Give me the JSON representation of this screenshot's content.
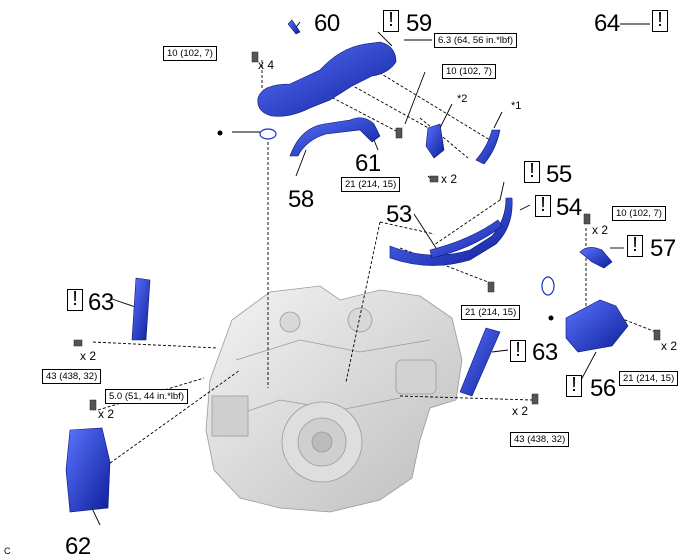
{
  "part_numbers": {
    "p53": "53",
    "p54": "54",
    "p55": "55",
    "p56": "56",
    "p57": "57",
    "p58": "58",
    "p59": "59",
    "p60": "60",
    "p61": "61",
    "p62": "62",
    "p63a": "63",
    "p63b": "63",
    "p64": "64"
  },
  "warning_symbol": "!",
  "torque": {
    "t_10_a": "10 (102, 7)",
    "t_6_3": "6.3 (64, 56 in.*lbf)",
    "t_10_b": "10 (102, 7)",
    "t_21_a": "21 (214, 15)",
    "t_10_c": "10 (102, 7)",
    "t_21_b": "21 (214, 15)",
    "t_43_a": "43 (438, 32)",
    "t_5_0": "5.0 (51, 44 in.*lbf)",
    "t_21_c": "21 (214, 15)",
    "t_43_b": "43 (438, 32)"
  },
  "quantities": {
    "q4": "x 4",
    "q2_a": "x 2",
    "q2_b": "x 2",
    "q2_c": "x 2",
    "q2_d": "x 2",
    "q2_e": "x 2",
    "q2_f": "x 2"
  },
  "notes": {
    "n1": "*1",
    "n2": "*2"
  },
  "corner_label": "C",
  "colors": {
    "part_blue": "#1a34c8",
    "engine_gray": "#d9d9d9",
    "line": "#000000"
  }
}
